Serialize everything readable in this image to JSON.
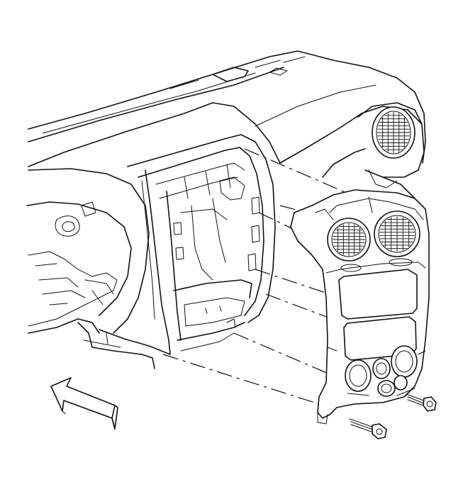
{
  "figure": {
    "description_visible_text": "",
    "parts": [
      {
        "id": "instrument-panel",
        "icon": "instrument-panel-icon"
      },
      {
        "id": "center-trim-bezel",
        "icon": "bezel-icon"
      },
      {
        "id": "air-outlet-left",
        "icon": "vent-icon"
      },
      {
        "id": "air-outlet-right",
        "icon": "vent-icon"
      },
      {
        "id": "fastener-upper",
        "icon": "bolt-icon"
      },
      {
        "id": "fastener-lower",
        "icon": "bolt-icon"
      },
      {
        "id": "front-of-vehicle-arrow",
        "icon": "arrow-icon"
      }
    ]
  },
  "colors": {
    "line": "#111111",
    "background": "#ffffff"
  }
}
